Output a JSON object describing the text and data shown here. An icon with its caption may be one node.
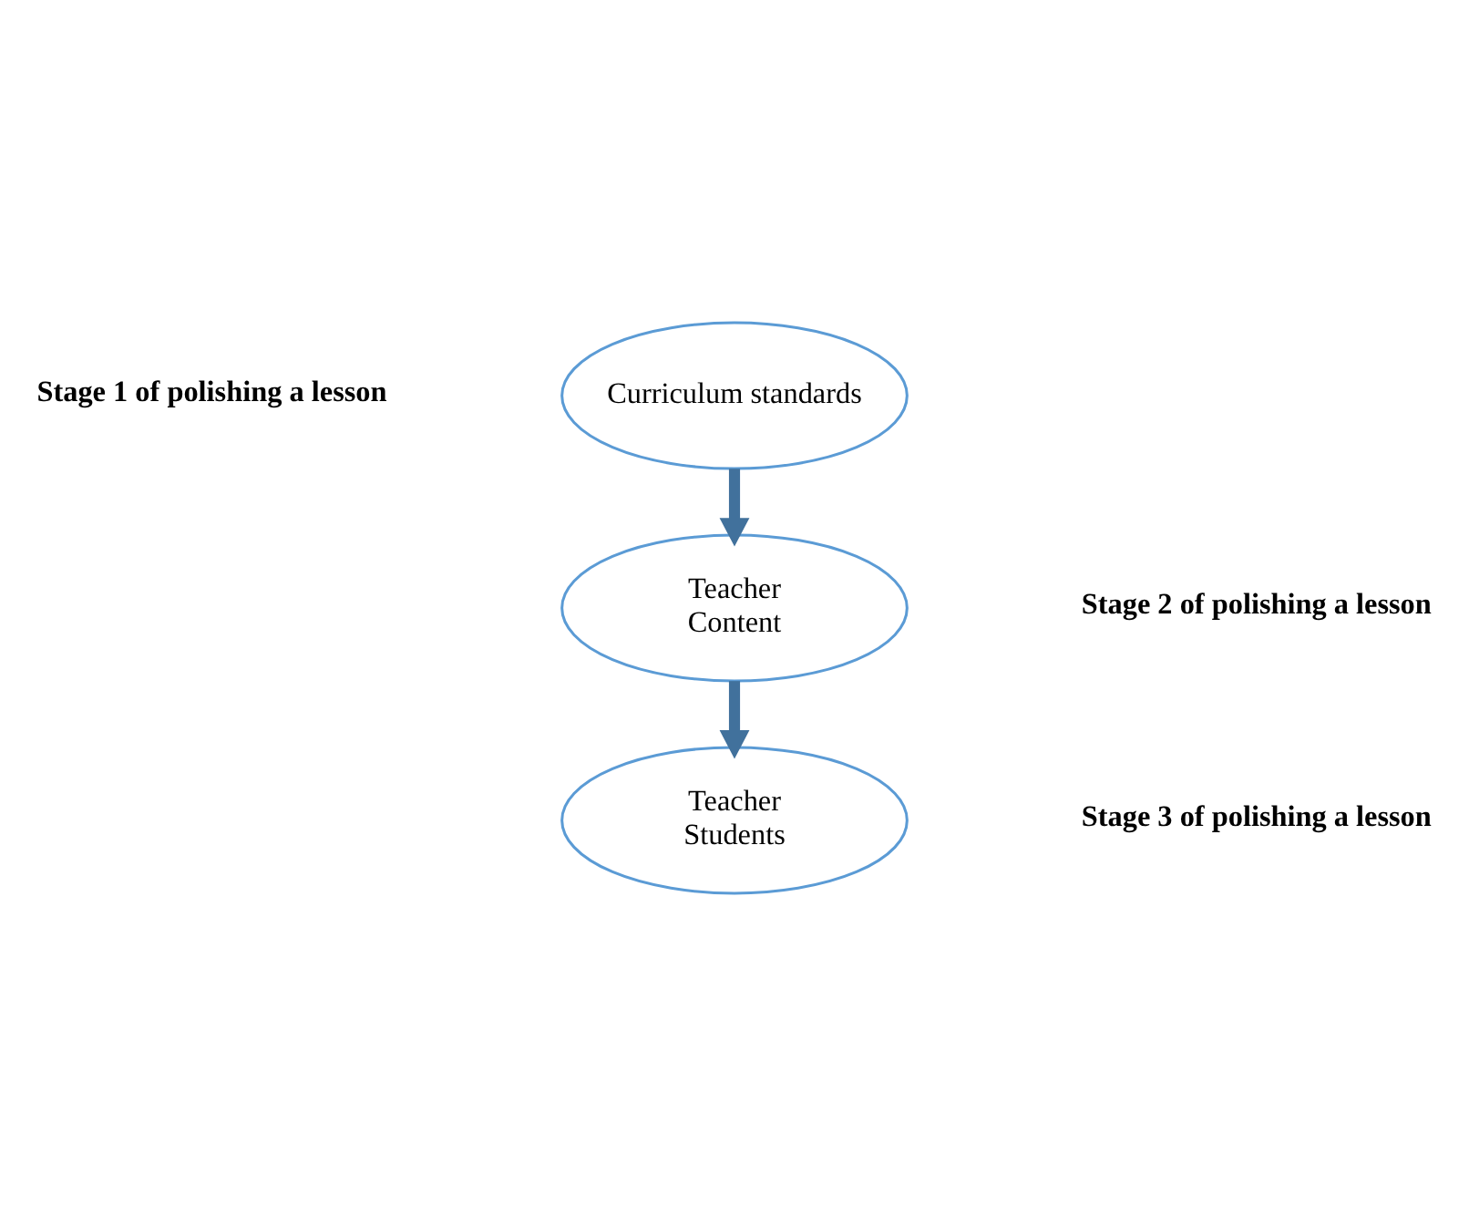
{
  "diagram": {
    "nodes": [
      {
        "text": [
          "Curriculum standards"
        ]
      },
      {
        "text": [
          "Teacher",
          "Content"
        ]
      },
      {
        "text": [
          "Teacher",
          "Students"
        ]
      }
    ],
    "edges": [
      {
        "from": 0,
        "to": 1,
        "arrow": "to"
      },
      {
        "from": 1,
        "to": 2,
        "arrow": "to"
      }
    ],
    "labels": [
      "Stage 1 of polishing a lesson",
      "Stage 2 of polishing a lesson",
      "Stage 3 of polishing a lesson"
    ]
  }
}
